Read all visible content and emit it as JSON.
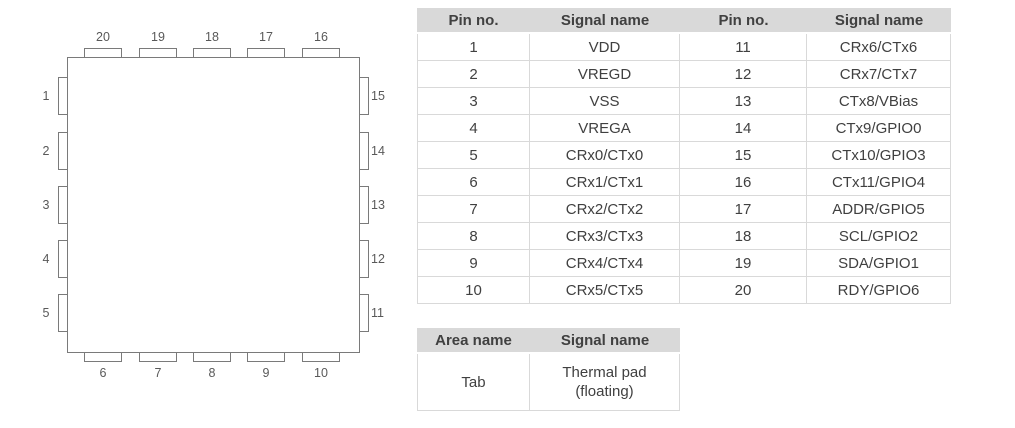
{
  "chip": {
    "pins": {
      "top": [
        "20",
        "19",
        "18",
        "17",
        "16"
      ],
      "left": [
        "1",
        "2",
        "3",
        "4",
        "5"
      ],
      "right": [
        "15",
        "14",
        "13",
        "12",
        "11"
      ],
      "bottom": [
        "6",
        "7",
        "8",
        "9",
        "10"
      ]
    }
  },
  "pin_table": {
    "headers": [
      "Pin no.",
      "Signal name",
      "Pin no.",
      "Signal name"
    ],
    "rows": [
      [
        "1",
        "VDD",
        "11",
        "CRx6/CTx6"
      ],
      [
        "2",
        "VREGD",
        "12",
        "CRx7/CTx7"
      ],
      [
        "3",
        "VSS",
        "13",
        "CTx8/VBias"
      ],
      [
        "4",
        "VREGA",
        "14",
        "CTx9/GPIO0"
      ],
      [
        "5",
        "CRx0/CTx0",
        "15",
        "CTx10/GPIO3"
      ],
      [
        "6",
        "CRx1/CTx1",
        "16",
        "CTx11/GPIO4"
      ],
      [
        "7",
        "CRx2/CTx2",
        "17",
        "ADDR/GPIO5"
      ],
      [
        "8",
        "CRx3/CTx3",
        "18",
        "SCL/GPIO2"
      ],
      [
        "9",
        "CRx4/CTx4",
        "19",
        "SDA/GPIO1"
      ],
      [
        "10",
        "CRx5/CTx5",
        "20",
        "RDY/GPIO6"
      ]
    ]
  },
  "area_table": {
    "headers": [
      "Area name",
      "Signal name"
    ],
    "rows": [
      [
        "Tab",
        "Thermal pad\n(floating)"
      ]
    ]
  },
  "colors": {
    "table_header_bg": "#d9d9d9",
    "table_border": "#d9d9d9",
    "table_text": "#404040",
    "chip_outline": "#7a7a7a",
    "pin_label_text": "#595959"
  }
}
